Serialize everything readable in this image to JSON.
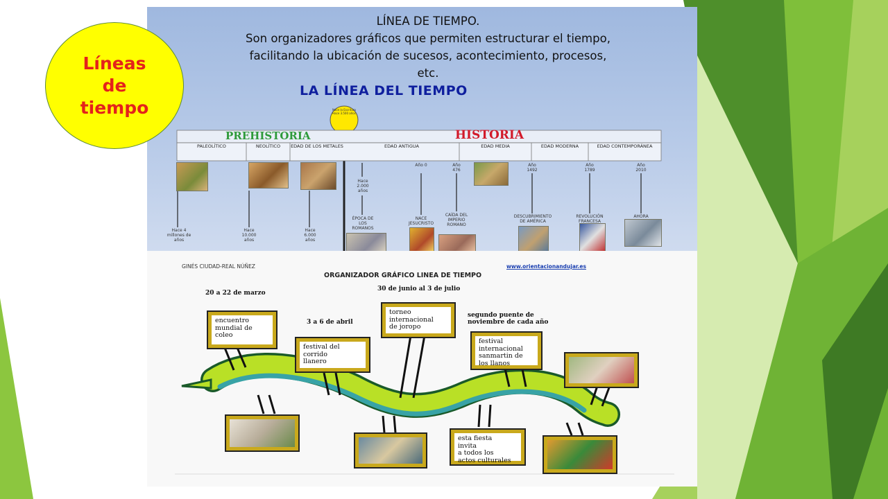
{
  "badge": {
    "label": "Líneas\nde\ntiempo"
  },
  "upper": {
    "heading": "LÍNEA DE TIEMPO.\nSon organizadores gráficos que permiten estructurar el tiempo,\nfacilitando la ubicación de sucesos, acontecimiento, procesos,\netc.",
    "title": "LA LÍNEA DEL TIEMPO",
    "now_marker": "Nace la Escritura\nHace 3.500 años",
    "era_prehistoria": "PREHISTORIA",
    "era_historia": "HISTORIA",
    "periods": [
      "PALEOLÍTICO",
      "NEOLÍTICO",
      "EDAD\nDE LOS METALES",
      "EDAD\nANTIGUA",
      "EDAD\nMEDIA",
      "EDAD\nMODERNA",
      "EDAD\nCONTEMPORÁNEA"
    ],
    "years": [
      "Año\n0",
      "Año\n476",
      "Año\n1492",
      "Año\n1789",
      "Año\n2010"
    ],
    "events": [
      "Hace\n4 millones\nde años",
      "Hace\n10.000\naños",
      "Hace\n6.000\naños",
      "Hace\n2.000\naños",
      "ÉPOCA\nDE LOS\nROMANOS",
      "NACE\nJESUCRISTO",
      "CAÍDA\nDEL\nIMPERIO\nROMANO",
      "DESCUBRIMIENTO DE\nAMÉRICA",
      "REVOLUCIÓN\nFRANCESA",
      "AHORA"
    ]
  },
  "lower": {
    "author": "GINÉS CIUDAD-REAL NÚÑEZ",
    "website": "www.orientacionandujar.es",
    "title": "ORGANIZADOR GRÁFICO LINEA DE TIEMPO",
    "dates": [
      "20 a 22 de marzo",
      "3 a 6 de abril",
      "30 de junio al 3 de julio",
      "segundo puente de\nnoviembre de cada año"
    ],
    "boxes": [
      "encuentro\nmundial de\ncoleo",
      "festival del\ncorrido\nllanero",
      "torneo\ninternacional\nde joropo",
      "festival\ninternacional\nsanmartin de\nlos llanos",
      "esta fiesta\ninvita\na todos los\nactos culturales"
    ]
  },
  "colors": {
    "accent_green": "#8dc63f",
    "dark_green": "#4e8f2b",
    "badge_fill": "#ffff00",
    "badge_text": "#e4221b",
    "frame_gold": "#c9a91c"
  }
}
